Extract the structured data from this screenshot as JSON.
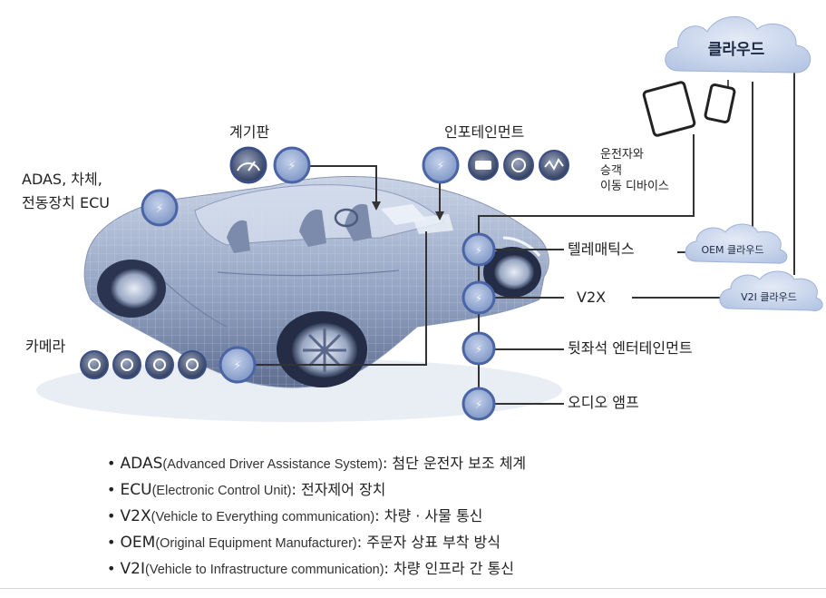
{
  "labels": {
    "cloud": "클라우드",
    "gauge_cluster": "계기판",
    "infotainment": "인포테인먼트",
    "adas_line1": "ADAS, 차체,",
    "adas_line2": "전동장치 ECU",
    "driver_devices_line1": "운전자와",
    "driver_devices_line2": "승객",
    "driver_devices_line3": "이동 디바이스",
    "telematics": "텔레매틱스",
    "oem_cloud": "OEM 클라우드",
    "v2x": "V2X",
    "v2i_cloud": "V2I 클라우드",
    "rear_seat": "뒷좌석 엔터테인먼트",
    "audio_amp": "오디오 앰프",
    "camera": "카메라"
  },
  "legend": [
    {
      "bullet": "•",
      "abbr": "ADAS",
      "full": "(Advanced Driver Assistance System)",
      "desc": ": 첨단 운전자 보조 체계"
    },
    {
      "bullet": "•",
      "abbr": "ECU",
      "full": "(Electronic Control Unit)",
      "desc": ": 전자제어 장치"
    },
    {
      "bullet": "•",
      "abbr": "V2X",
      "full": "(Vehicle to Everything communication)",
      "desc": ": 차량 · 사물 통신"
    },
    {
      "bullet": "•",
      "abbr": "OEM",
      "full": "(Original Equipment Manufacturer)",
      "desc": ": 주문자 상표 부착 방식"
    },
    {
      "bullet": "•",
      "abbr": "V2I",
      "full": "(Vehicle to Infrastructure communication)",
      "desc": ": 차량 인프라 간 통신"
    }
  ],
  "colors": {
    "node_fill": "#8ea4cf",
    "node_ring": "#4a64a6",
    "connector": "#333333",
    "cloud": "#c6d3ea",
    "car_body": "#9aa9c6"
  },
  "icons": {
    "chip": "chip-icon",
    "gauge": "gauge-icon",
    "media": "media-icon",
    "camera": "camera-lens-icon",
    "tablet": "tablet-icon",
    "phone": "phone-icon"
  }
}
